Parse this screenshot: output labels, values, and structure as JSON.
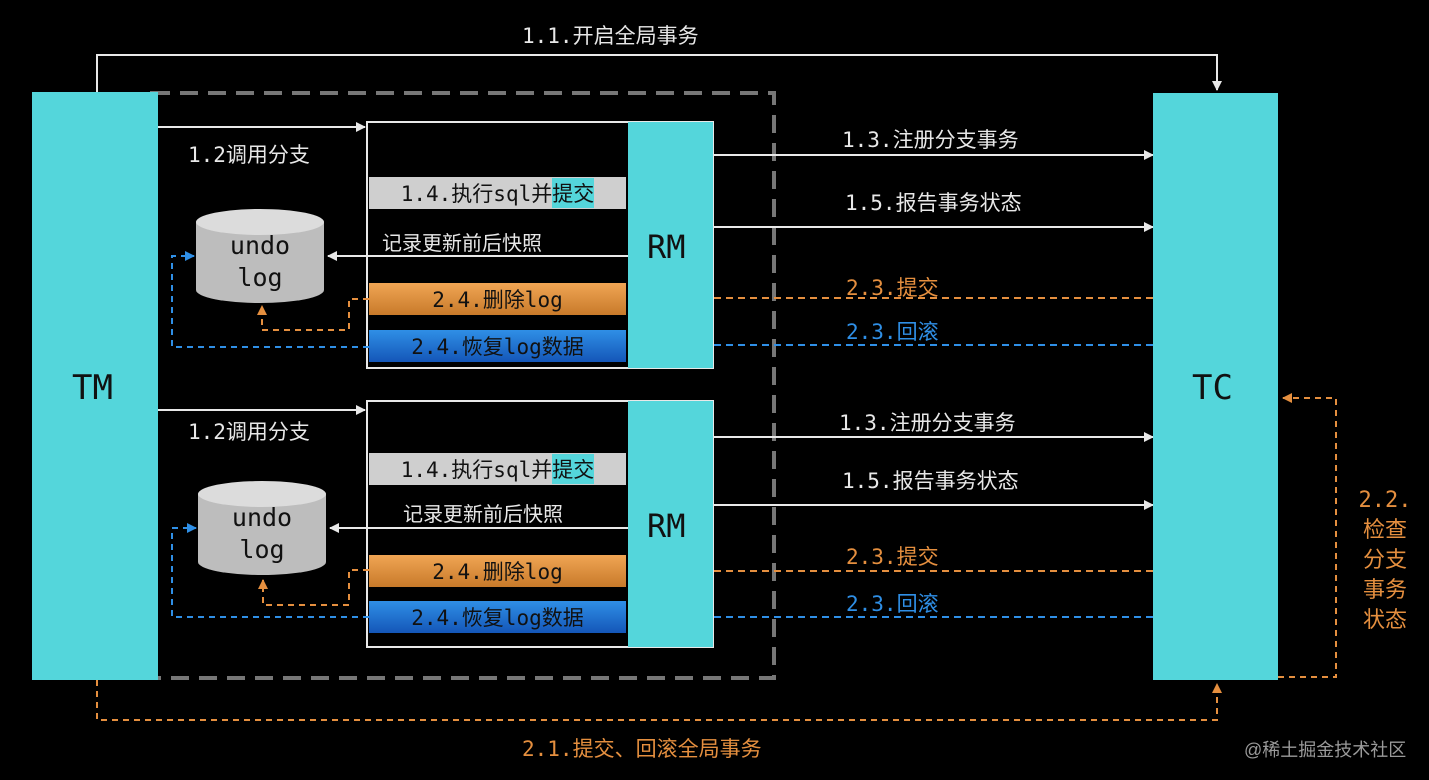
{
  "participants": {
    "tm": "TM",
    "tc": "TC"
  },
  "top_arrow": {
    "label": "1.1.开启全局事务"
  },
  "bottom_arrow": {
    "label": "2.1.提交、回滚全局事务"
  },
  "check_status": {
    "label": "2.2.检查分支事务状态",
    "lines": [
      "2.2.",
      "检查",
      "分支",
      "事务",
      "状态"
    ]
  },
  "branches": [
    {
      "rm": "RM",
      "call_label": "1.2调用分支",
      "exec_prefix": "1.4.执行sql并",
      "exec_highlight": "提交",
      "snapshot_label": "记录更新前后快照",
      "delete_log": "2.4.删除log",
      "restore_log": "2.4.恢复log数据",
      "undo_lines": [
        "undo",
        "log"
      ],
      "register": "1.3.注册分支事务",
      "report": "1.5.报告事务状态",
      "commit": "2.3.提交",
      "rollback": "2.3.回滚"
    },
    {
      "rm": "RM",
      "call_label": "1.2调用分支",
      "exec_prefix": "1.4.执行sql并",
      "exec_highlight": "提交",
      "snapshot_label": "记录更新前后快照",
      "delete_log": "2.4.删除log",
      "restore_log": "2.4.恢复log数据",
      "undo_lines": [
        "undo",
        "log"
      ],
      "register": "1.3.注册分支事务",
      "report": "1.5.报告事务状态",
      "commit": "2.3.提交",
      "rollback": "2.3.回滚"
    }
  ],
  "watermark": "@稀土掘金技术社区",
  "colors": {
    "block": "#54d6db",
    "orange": "#e58f3f",
    "blue": "#2f8fe6",
    "line": "#e8e8e8"
  }
}
